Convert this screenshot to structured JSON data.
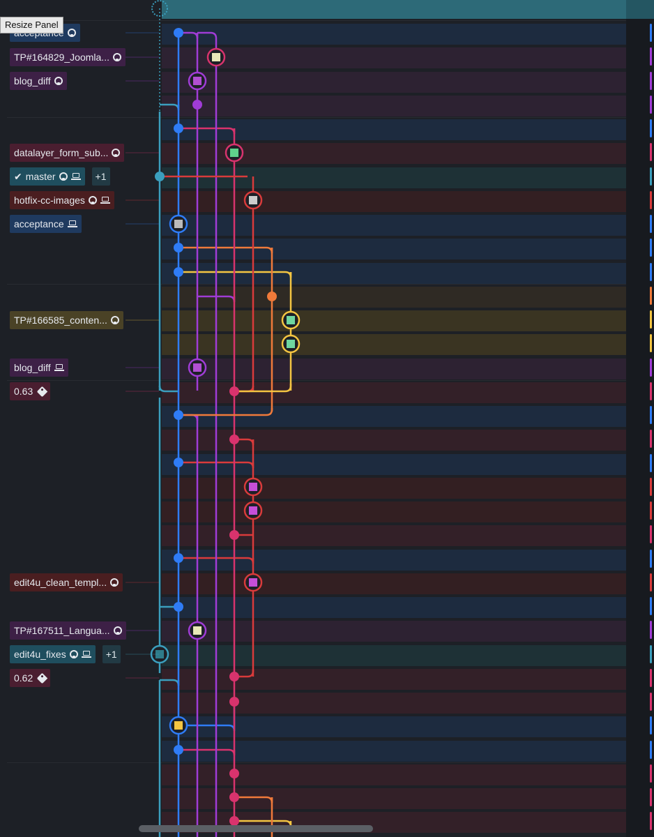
{
  "colors": {
    "background": "#1d2026",
    "blue": "#2f7cf6",
    "purple": "#a03cd6",
    "pink": "#d8336d",
    "red": "#d93b3b",
    "orange": "#f07a3a",
    "yellow": "#f4c542",
    "teal": "#3b9fbe",
    "label_blue": "#1f3a5f",
    "label_purple": "#3d2046",
    "label_red": "#4a1e20",
    "label_yellow": "#4a4226",
    "label_teal": "#1f4e5e",
    "label_pink": "#4a1e30"
  },
  "tooltip": {
    "text": "Resize Panel"
  },
  "refs": [
    {
      "text": "acceptance",
      "icons": [
        "github-icon"
      ],
      "color": "#1f3a5f"
    },
    {
      "text": "TP#164829_Joomla...",
      "icons": [
        "github-icon"
      ],
      "color": "#3d2046"
    },
    {
      "text": "blog_diff",
      "icons": [
        "github-icon"
      ],
      "color": "#3d2046"
    },
    {
      "text": "datalayer_form_sub...",
      "icons": [
        "github-icon"
      ],
      "color": "#4a1e30"
    },
    {
      "text": "master",
      "icons": [
        "check-icon",
        "github-icon",
        "laptop-icon"
      ],
      "color": "#1f4e5e",
      "extra": "+1"
    },
    {
      "text": "hotfix-cc-images",
      "icons": [
        "github-icon",
        "laptop-icon"
      ],
      "color": "#4a1e20"
    },
    {
      "text": "acceptance",
      "icons": [
        "laptop-icon"
      ],
      "color": "#1f3a5f"
    },
    {
      "text": "TP#166585_conten...",
      "icons": [
        "github-icon"
      ],
      "color": "#4a4226"
    },
    {
      "text": "blog_diff",
      "icons": [
        "laptop-icon"
      ],
      "color": "#3d2046"
    },
    {
      "text": "0.63",
      "icons": [
        "tag-icon"
      ],
      "color": "#4a1e30"
    },
    {
      "text": "edit4u_clean_templ...",
      "icons": [
        "github-icon"
      ],
      "color": "#4a1e20"
    },
    {
      "text": "TP#167511_Langua...",
      "icons": [
        "github-icon"
      ],
      "color": "#3d2046"
    },
    {
      "text": "edit4u_fixes",
      "icons": [
        "github-icon",
        "laptop-icon"
      ],
      "color": "#1f4e5e",
      "extra": "+1"
    },
    {
      "text": "0.62",
      "icons": [
        "tag-icon"
      ],
      "color": "#4a1e30"
    }
  ]
}
